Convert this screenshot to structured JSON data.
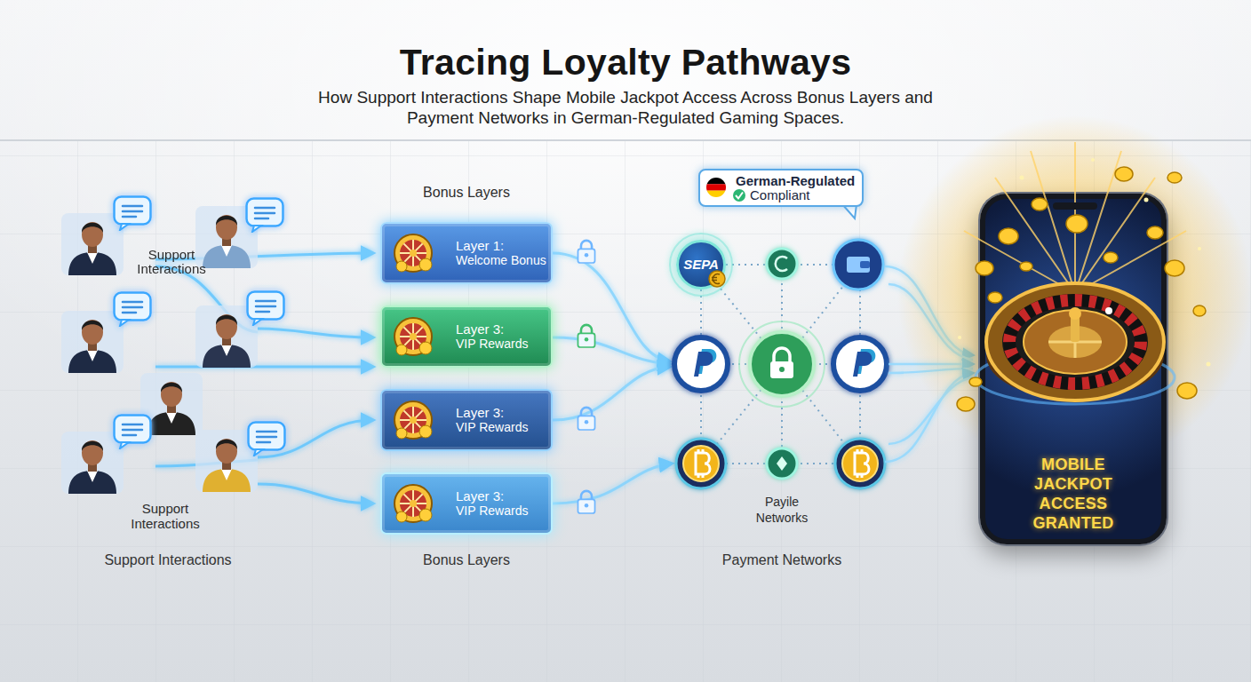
{
  "diagram": {
    "title": "Tracing Loyalty Pathways",
    "nodes": [
      {
        "text": [
          "Layer 1:",
          "Welcome Bonus"
        ]
      },
      {
        "text": [
          "Layer 3:",
          "VIP Rewards"
        ]
      },
      {
        "text": [
          "Layer 3:",
          "VIP Rewards"
        ]
      },
      {
        "text": [
          "Layer 3:",
          "VIP Rewards"
        ]
      },
      {
        "text": [
          "German-Regulated",
          "Compliant"
        ]
      },
      {
        "text": [
          "SEPA"
        ]
      },
      {
        "text": [
          "MOBILE JACKPOT ACCESS GRANTED"
        ]
      }
    ],
    "labels": [
      "How Support Interactions Shape Mobile Jackpot Access Across Bonus Layers and Payment Networks in German-Regulated Gaming Spaces.",
      "Support Interactions",
      "Bonus Layers",
      "Support Interactions",
      "Payile Networks",
      "Support Interactions",
      "Bonus Layers",
      "Payment Networks"
    ]
  }
}
